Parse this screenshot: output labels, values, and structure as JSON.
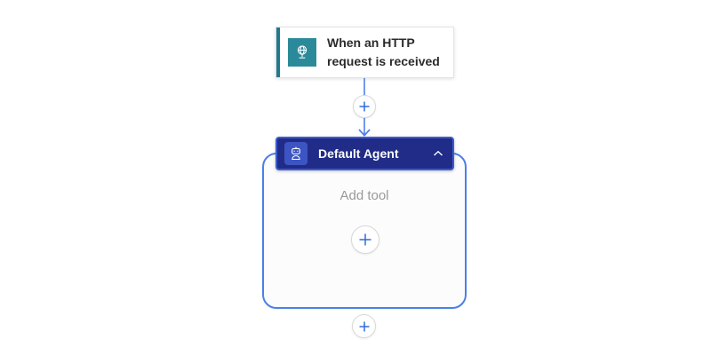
{
  "page": {
    "background": "#ffffff",
    "connector_color": "#4f82e8",
    "plus_icon_color": "#2e6ce0"
  },
  "trigger": {
    "title": "When an HTTP request is received",
    "icon": "http-request-globe-icon",
    "colors": {
      "icon_bg": "#2b8a99",
      "stripe": "#23798c",
      "card_bg": "#ffffff",
      "card_border": "#e4e4e4",
      "text": "#2b2b2b"
    }
  },
  "insert_step_button": {
    "icon": "plus-icon"
  },
  "agent": {
    "name": "Default Agent",
    "icon": "bot-icon",
    "collapse_icon": "chevron-up-icon",
    "colors": {
      "header_bg": "#202c87",
      "header_border": "#3d5bd0",
      "icon_tile_bg": "#3c55c2",
      "header_text": "#ffffff",
      "container_border": "#4a80e8",
      "container_bg": "#fcfcfd"
    },
    "tools": {
      "placeholder": "Add tool",
      "placeholder_color": "#999999",
      "add_tool_button": {
        "icon": "plus-icon"
      }
    }
  },
  "add_action_button": {
    "icon": "plus-icon"
  }
}
